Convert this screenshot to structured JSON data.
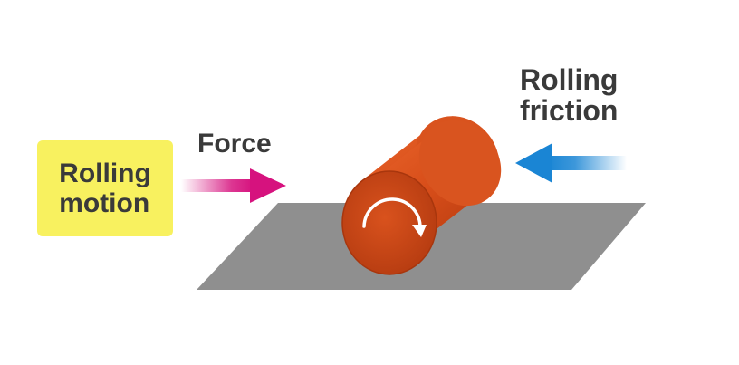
{
  "labels": {
    "rolling_motion": "Rolling\nmotion",
    "force": "Force",
    "rolling_friction": "Rolling\nfriction"
  },
  "colors": {
    "motion_box": "#f8f15f",
    "force_arrow": "#d6127e",
    "friction_arrow": "#1a85d4",
    "surface": "#8f8f8f",
    "cylinder_body": "#d84e1a",
    "cylinder_end": "#c94415",
    "rotation_arrow": "#ffffff",
    "text": "#3a3a3a"
  },
  "icons": {
    "rotation": "clockwise-arrow-icon"
  }
}
